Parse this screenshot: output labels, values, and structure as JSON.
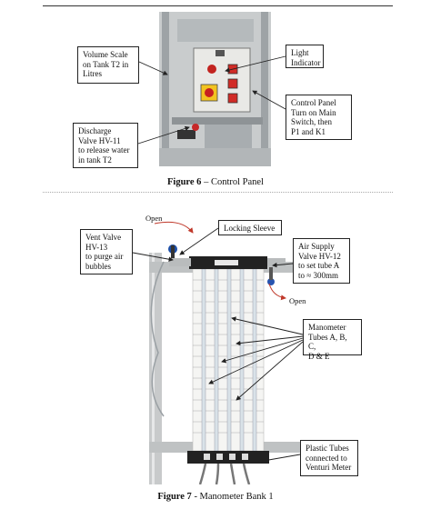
{
  "figure6": {
    "caption_label": "Figure 6",
    "caption_text": " – Control Panel",
    "callouts": {
      "volume_scale": "Volume Scale\non Tank T2 in\nLitres",
      "light_indicator": "Light\nIndicator",
      "control_panel": "Control Panel\nTurn on Main\nSwitch, then\nP1 and K1",
      "discharge": "Discharge\nValve HV-11\nto release water\nin tank T2"
    }
  },
  "figure7": {
    "caption_label": "Figure 7",
    "caption_text": " - Manometer Bank 1",
    "open_top": "Open",
    "open_right": "Open",
    "callouts": {
      "locking_sleeve": "Locking Sleeve",
      "vent_valve": "Vent Valve\nHV-13\nto purge air\nbubbles",
      "air_supply": "Air Supply\nValve HV-12\nto set tube A\nto ≈ 300mm",
      "manometer_tubes": "Manometer\nTubes A, B, C,\nD & E",
      "plastic_tubes": "Plastic Tubes\nconnected to\nVenturi Meter"
    }
  }
}
